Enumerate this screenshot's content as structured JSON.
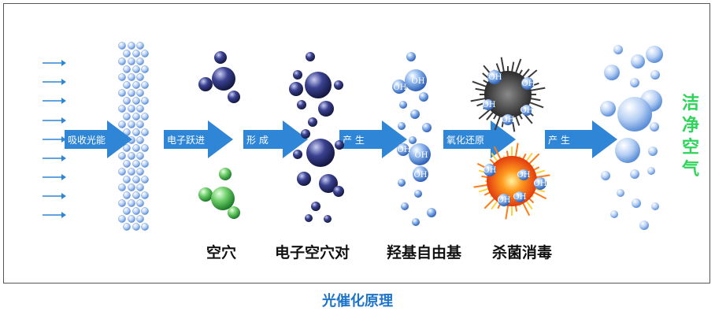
{
  "caption": "光催化原理",
  "arrows": [
    {
      "label": "吸收光能"
    },
    {
      "label": "电子跃进"
    },
    {
      "label": "形  成"
    },
    {
      "label": "产  生"
    },
    {
      "label": "氧化还原"
    },
    {
      "label": "产  生"
    }
  ],
  "stage_labels": {
    "hole": "空穴",
    "pair": "电子空穴对",
    "radical": "羟基自由基",
    "sterilize": "杀菌消毒"
  },
  "clean_air": [
    "洁",
    "净",
    "空",
    "气"
  ],
  "oh_label": "OH",
  "colors": {
    "arrow": "#2f86d6",
    "caption": "#1d74c9",
    "clean_air": "#2fd35a",
    "dark_ball": "#2b2f6e",
    "light_ball": "#7aa8e6",
    "hole_ball": "#4caf50"
  }
}
